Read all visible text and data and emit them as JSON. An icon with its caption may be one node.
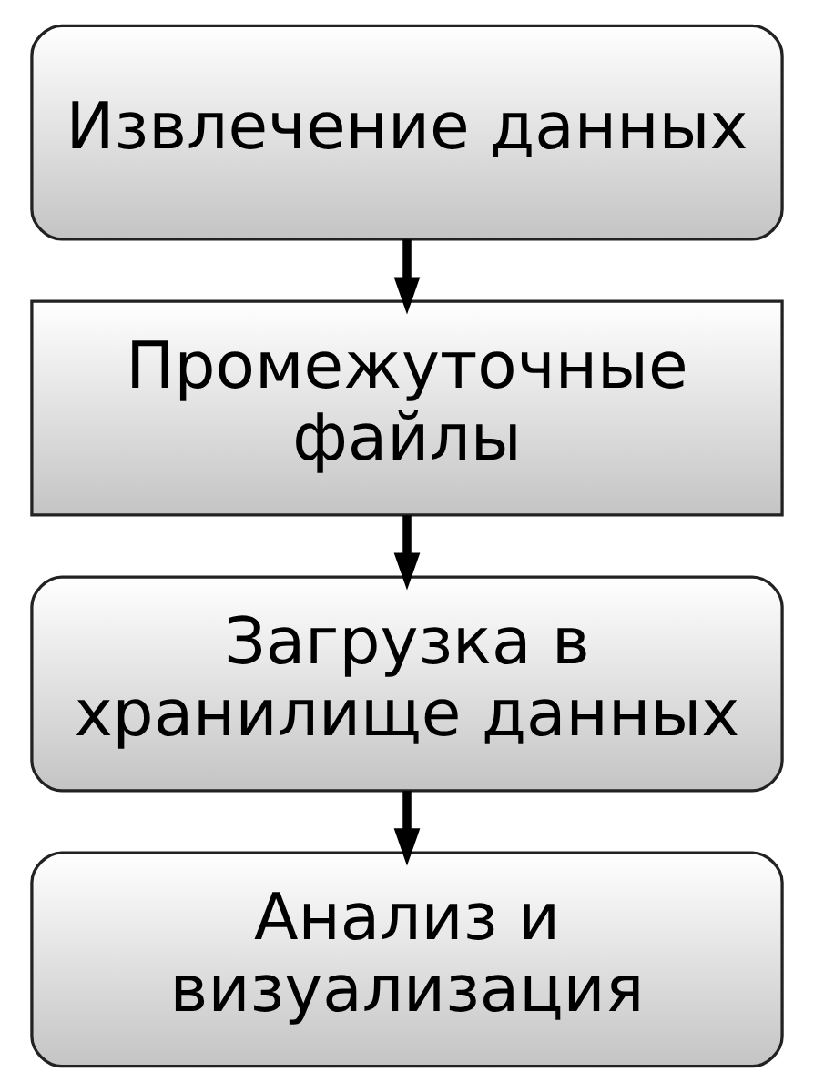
{
  "diagram": {
    "nodes": [
      {
        "text": [
          "Извлечение данных"
        ]
      },
      {
        "text": [
          "Промежуточные файлы"
        ]
      },
      {
        "text": [
          "Загрузка в хранилище данных"
        ]
      },
      {
        "text": [
          "Анализ и визуализация"
        ]
      }
    ],
    "edges": [
      {
        "from": 0,
        "to": 1,
        "arrow": "to"
      },
      {
        "from": 1,
        "to": 2,
        "arrow": "to"
      },
      {
        "from": 2,
        "to": 3,
        "arrow": "to"
      }
    ]
  }
}
